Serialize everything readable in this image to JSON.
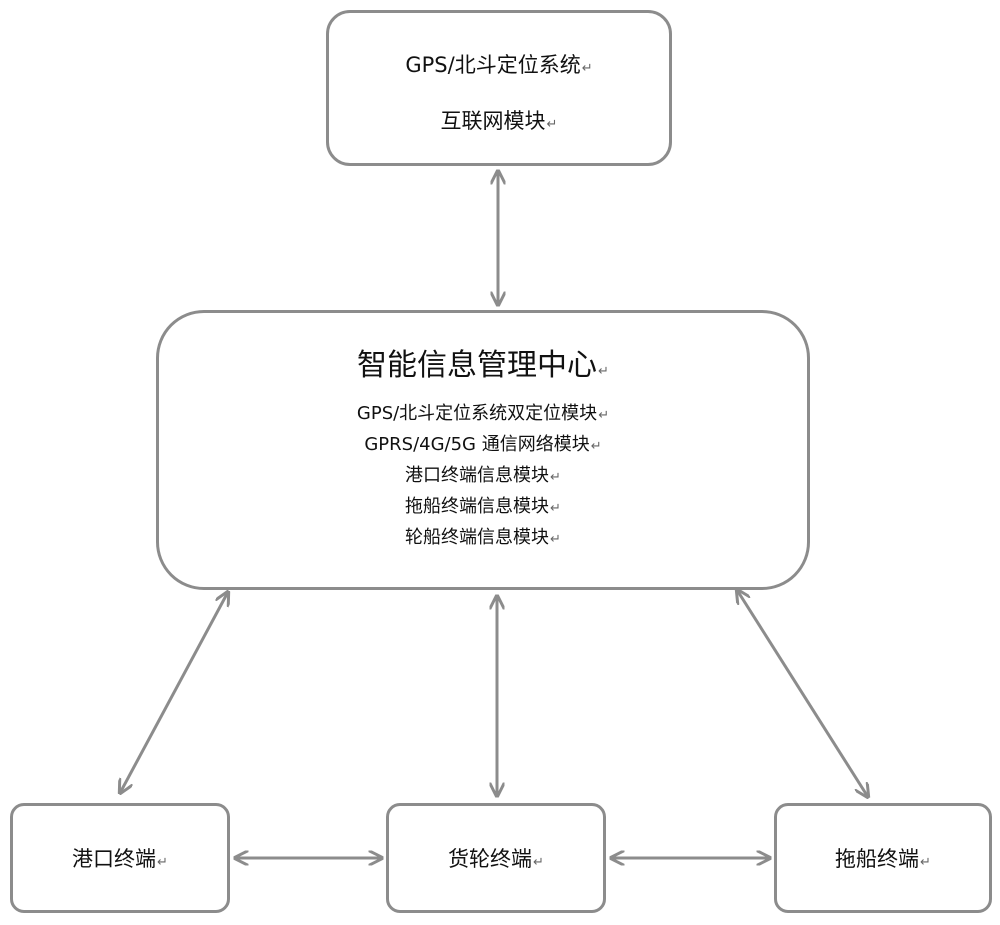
{
  "top_box": {
    "lines": [
      "GPS/北斗定位系统",
      "互联网模块"
    ]
  },
  "center_box": {
    "title": "智能信息管理中心",
    "lines": [
      "GPS/北斗定位系统双定位模块",
      "GPRS/4G/5G 通信网络模块",
      "港口终端信息模块",
      "拖船终端信息模块",
      "轮船终端信息模块"
    ]
  },
  "terminals": {
    "port": "港口终端",
    "freighter": "货轮终端",
    "tugboat": "拖船终端"
  },
  "colors": {
    "border": "#8c8c8c",
    "arrow": "#8c8c8c"
  }
}
